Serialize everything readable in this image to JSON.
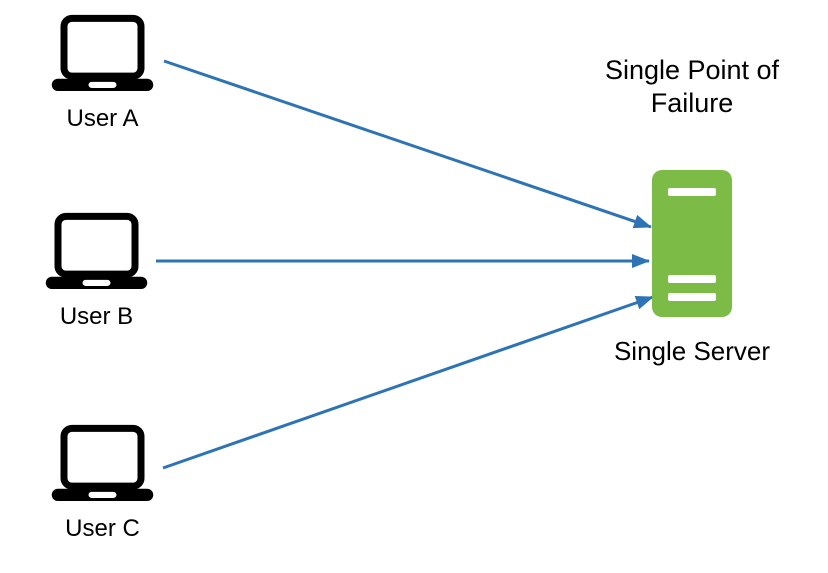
{
  "diagram": {
    "title": "Single Point of\nFailure",
    "server": {
      "label": "Single Server",
      "icon": "server-tower-icon"
    },
    "users": [
      {
        "label": "User A",
        "icon": "laptop-icon"
      },
      {
        "label": "User B",
        "icon": "laptop-icon"
      },
      {
        "label": "User C",
        "icon": "laptop-icon"
      }
    ],
    "connections": [
      {
        "from": "User A",
        "to": "Single Server"
      },
      {
        "from": "User B",
        "to": "Single Server"
      },
      {
        "from": "User C",
        "to": "Single Server"
      }
    ],
    "colors": {
      "arrow_blue": "#2E74B5",
      "server_green": "#7CBB45",
      "icon_black": "#000000",
      "text_black": "#000000",
      "background": "#FFFFFF"
    }
  }
}
